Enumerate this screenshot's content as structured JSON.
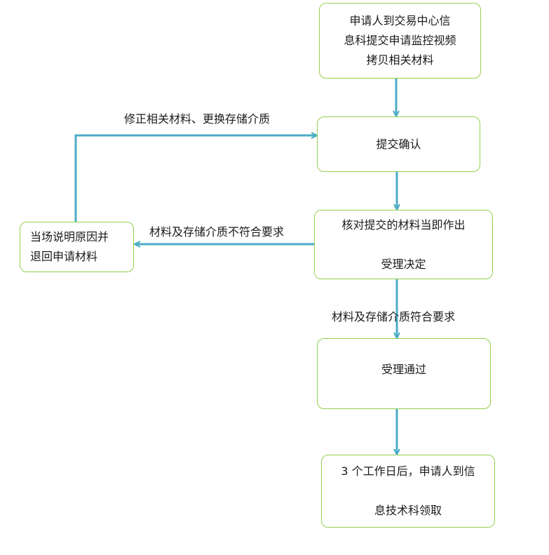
{
  "nodes": {
    "apply": "申请人到交易中心信\n息科提交申请监控视频\n拷贝相关材料",
    "confirm": "提交确认",
    "review": "核对提交的材料当即作出\n\n受理决定",
    "reject": "当场说明原因并\n退回申请材料",
    "accepted": "受理通过",
    "pickup": "3 个工作日后，申请人到信\n\n息技术科领取"
  },
  "edges": {
    "resubmit": "修正相关材料、更换存储介质",
    "not_ok": "材料及存储介质不符合要求",
    "ok": "材料及存储介质符合要求"
  },
  "colors": {
    "border": "#92d050",
    "arrow": "#4bacc6"
  }
}
